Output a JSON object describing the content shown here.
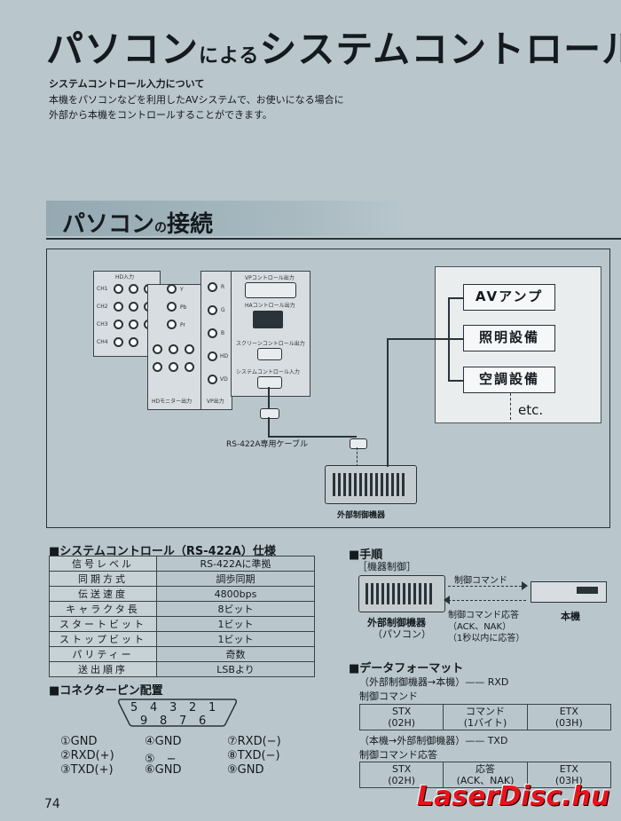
{
  "title": {
    "main": "パソコン",
    "particle": "による",
    "rest": "システムコントロール"
  },
  "intro": {
    "heading": "システムコントロール入力について",
    "lines": [
      "本機をパソコンなどを利用したAVシステムで、お使いになる場合に",
      "外部から本機をコントロールすることができます。"
    ]
  },
  "section": {
    "title_a": "パソコン",
    "title_particle": "の",
    "title_b": "接続"
  },
  "diagram": {
    "hd_in": "HD入力",
    "hd_monitor_out": "HDモニター出力",
    "vp_out": "VP出力",
    "vp_control_out": "VPコントロール出力",
    "ha_control_out": "HAコントロール出力",
    "screen_control_out": "スクリーンコントロール出力",
    "system_control_in": "システムコントロール入力",
    "cable_label": "RS-422A専用ケーブル",
    "pc_label": "外部制御機器",
    "ch_labels": [
      "CH1",
      "CH2",
      "CH3",
      "CH4"
    ],
    "component_labels": [
      "Y",
      "Pb",
      "Pr"
    ],
    "vp_labels": [
      "R",
      "G",
      "B",
      "HD",
      "VD"
    ],
    "controls": [
      "AVアンプ",
      "照明設備",
      "空調設備"
    ],
    "etc": "etc."
  },
  "spec": {
    "title": "■システムコントロール（RS-422A）仕様",
    "rows": [
      {
        "k": "信号レベル",
        "v": "RS-422Aに準拠"
      },
      {
        "k": "同期方式",
        "v": "調歩同期"
      },
      {
        "k": "伝送速度",
        "v": "4800bps"
      },
      {
        "k": "キャラクタ長",
        "v": "8ビット"
      },
      {
        "k": "スタートビット",
        "v": "1ビット"
      },
      {
        "k": "ストップビット",
        "v": "1ビット"
      },
      {
        "k": "パリティー",
        "v": "奇数"
      },
      {
        "k": "送出順序",
        "v": "LSBより"
      }
    ]
  },
  "pins": {
    "title": "■コネクターピン配置",
    "top_row": [
      "5",
      "4",
      "3",
      "2",
      "1"
    ],
    "bottom_row": [
      "9",
      "8",
      "7",
      "6"
    ],
    "list": [
      [
        "①GND",
        "④GND",
        "⑦RXD(−)"
      ],
      [
        "②RXD(+)",
        "⑤　−",
        "⑧TXD(−)"
      ],
      [
        "③TXD(+)",
        "⑥GND",
        "⑨GND"
      ]
    ]
  },
  "procedure": {
    "title": "■手順",
    "device_control": "［機器制御］",
    "command": "制御コマンド",
    "response": "制御コマンド応答",
    "response_detail": "（ACK、NAK）",
    "response_time": "（1秒以内に応答）",
    "pc_label": "外部制御機器",
    "pc_sub": "（パソコン）",
    "unit_label": "本機"
  },
  "format": {
    "title": "■データフォーマット",
    "dir1": "（外部制御機器→本機）—— RXD",
    "label1": "制御コマンド",
    "table1": [
      [
        "STX",
        "(02H)"
      ],
      [
        "コマンド",
        "(1バイト)"
      ],
      [
        "ETX",
        "(03H)"
      ]
    ],
    "dir2": "（本機→外部制御機器）—— TXD",
    "label2": "制御コマンド応答",
    "table2": [
      [
        "STX",
        "(02H)"
      ],
      [
        "応答",
        "(ACK、NAK)"
      ],
      [
        "ETX",
        "(03H)"
      ]
    ]
  },
  "page_number": "74",
  "watermark": "LaserDisc.hu"
}
